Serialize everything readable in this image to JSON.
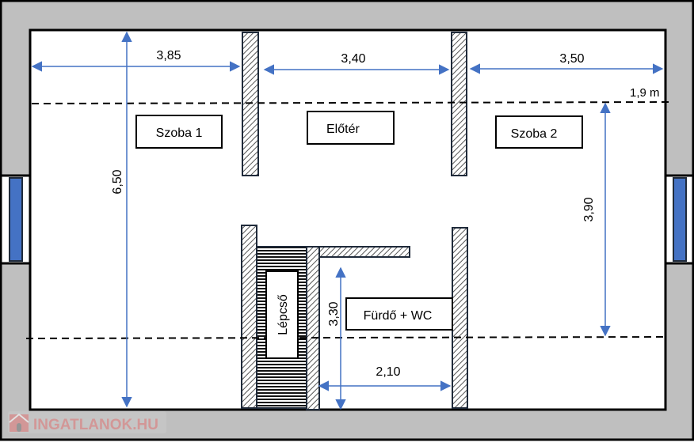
{
  "colors": {
    "wall": "#bfbfbf",
    "window": "#4472c4",
    "arrow": "#4472c4",
    "outline": "#1f2a3a"
  },
  "rooms": {
    "room1": "Szoba 1",
    "hall": "Előtér",
    "room2": "Szoba 2",
    "bath": "Fürdő + WC",
    "stairs": "Lépcső"
  },
  "dimensions": {
    "room1_width": "3,85",
    "hall_width": "3,40",
    "room2_width": "3,50",
    "total_depth": "6,50",
    "room2_depth": "3,90",
    "bath_depth": "3,30",
    "bath_width": "2,10",
    "ceiling_height_line": "1,9 m"
  },
  "watermark": "INGATLANOK.HU"
}
